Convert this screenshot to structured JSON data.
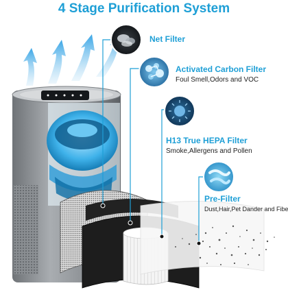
{
  "title": "4 Stage Purification System",
  "stages": [
    {
      "label": "Net Filter",
      "description": ""
    },
    {
      "label": "Activated Carbon Filter",
      "description": "Foul Smell,Odors and VOC"
    },
    {
      "label": "H13 True HEPA Filter",
      "description": "Smoke,Allergens and Pollen"
    },
    {
      "label": "Pre-Filter",
      "description": "Dust,Hair,Pet Dander and Fiber"
    }
  ],
  "colors": {
    "accent": "#1e9fd6",
    "body": "#8d9195",
    "carbon": "#1b1b1b"
  }
}
